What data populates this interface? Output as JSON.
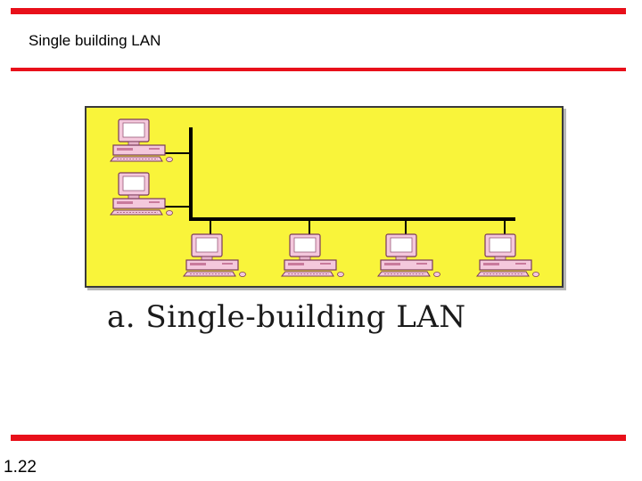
{
  "slide": {
    "title": "Single building LAN",
    "number": "1.22"
  },
  "figure": {
    "caption": "a. Single-building LAN",
    "background_color": "#f9f43a",
    "cable_color": "#000000",
    "computer_icon": "desktop-computer-icon",
    "computers_on_vertical_segment": 2,
    "computers_on_horizontal_segment": 4
  },
  "colors": {
    "accent_rule": "#e8101a",
    "computer_body": "#f4c8dc",
    "computer_outline": "#7a3a5a"
  }
}
